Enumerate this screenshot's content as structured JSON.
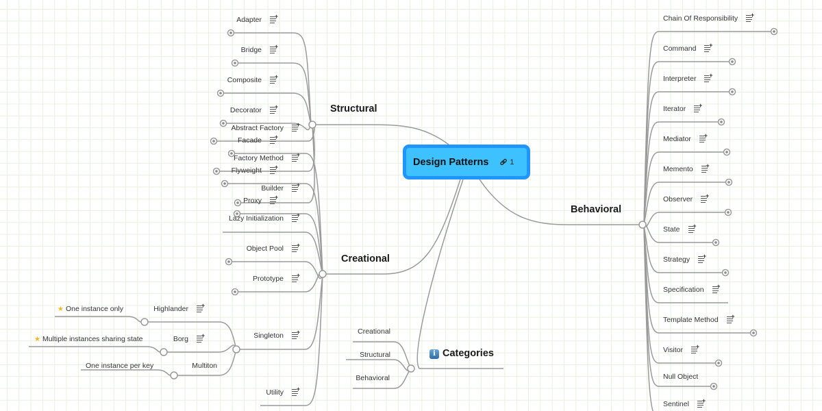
{
  "central": {
    "title": "Design Patterns",
    "link_count": "1",
    "link_icon": "link-icon"
  },
  "branches": {
    "structural": {
      "label": "Structural",
      "items": [
        "Adapter",
        "Bridge",
        "Composite",
        "Decorator",
        "Facade",
        "Flyweight",
        "Proxy"
      ]
    },
    "creational": {
      "label": "Creational",
      "items": [
        "Abstract Factory",
        "Factory Method",
        "Builder",
        "Lazy Initialization",
        "Object Pool",
        "Prototype",
        "Singleton",
        "Utility"
      ],
      "singleton_children": [
        {
          "label": "Highlander",
          "note": "One instance only",
          "star": true
        },
        {
          "label": "Borg",
          "note": "Multiple instances sharing state",
          "star": true
        },
        {
          "label": "Multiton",
          "note": "One instance per key",
          "star": false
        }
      ]
    },
    "behavioral": {
      "label": "Behavioral",
      "items": [
        "Chain Of Responsibility",
        "Command",
        "Interpreter",
        "Iterator",
        "Mediator",
        "Memento",
        "Observer",
        "State",
        "Strategy",
        "Specification",
        "Template Method",
        "Visitor",
        "Null Object",
        "Sentinel"
      ]
    },
    "categories": {
      "label": "Categories",
      "icon": "info-icon",
      "items": [
        "Creational",
        "Structural",
        "Behavioral"
      ]
    }
  },
  "icons": {
    "note": "notes-icon",
    "collapse": "collapse-toggle-icon",
    "star": "star-icon"
  },
  "colors": {
    "central_fill": "#3dc1ff",
    "central_border": "#2095ff",
    "line": "#9a9a9a",
    "grid": "#e9f0e0"
  }
}
